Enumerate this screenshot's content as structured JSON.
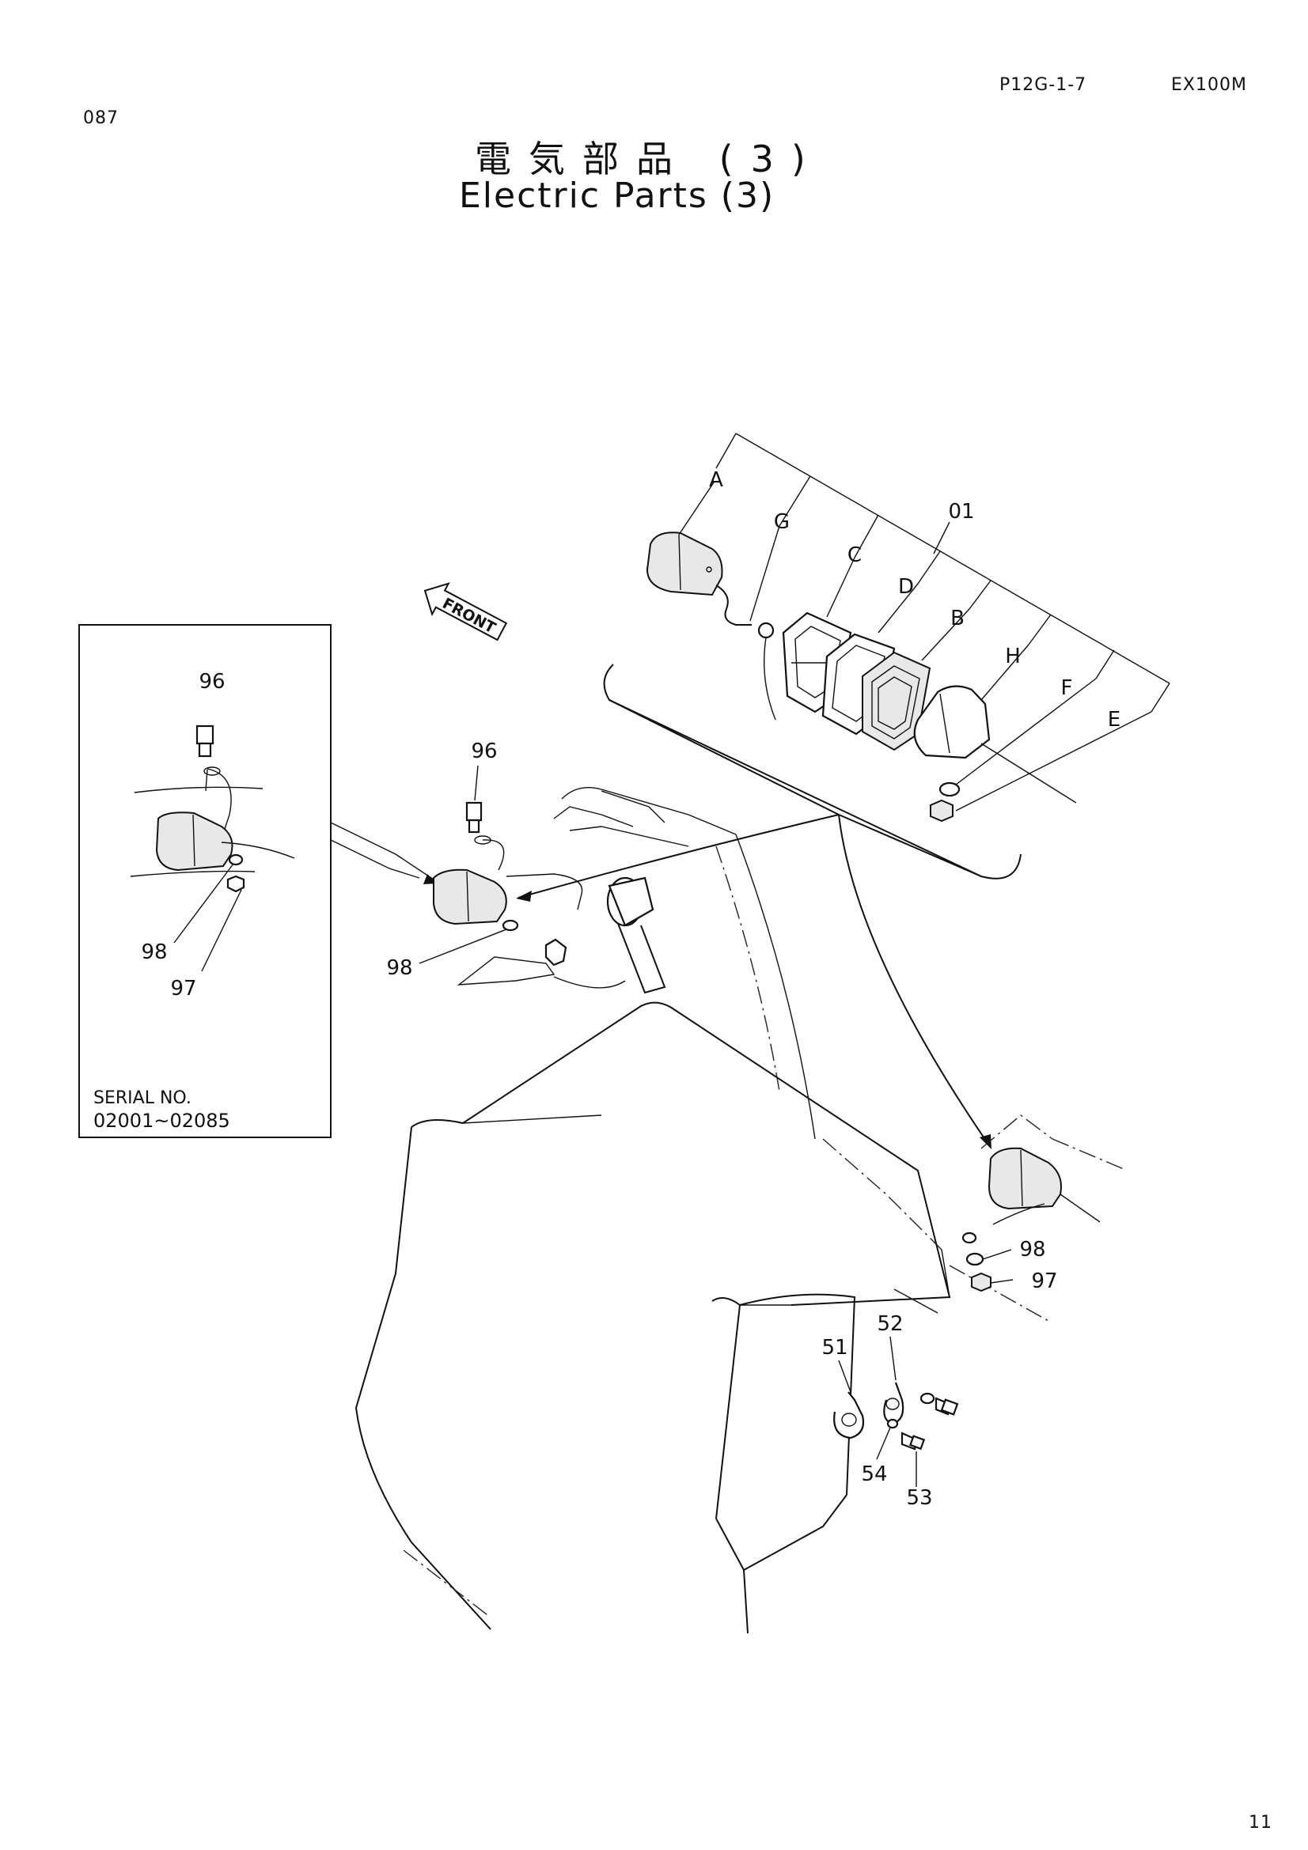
{
  "header": {
    "page_code": "P12G-1-7",
    "model": "EX100M",
    "sheet_number": "087",
    "page_number": "11"
  },
  "title": {
    "japanese": "電気部品 (3)",
    "english": "Electric Parts (3)"
  },
  "front_arrow_label": "FRONT",
  "inset": {
    "serial_label": "SERIAL NO.",
    "serial_range": "02001~02085",
    "callouts": [
      "96",
      "98",
      "97"
    ]
  },
  "exploded_view_callouts": [
    "A",
    "G",
    "01",
    "C",
    "D",
    "B",
    "H",
    "F",
    "E"
  ],
  "main_callouts": [
    "96",
    "98",
    "98",
    "97",
    "51",
    "52",
    "54",
    "53"
  ]
}
